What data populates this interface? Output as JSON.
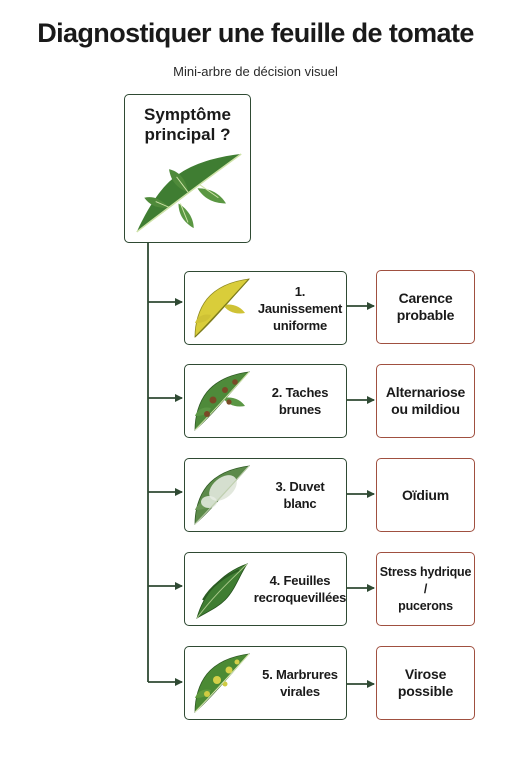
{
  "header": {
    "title": "Diagnostiquer une feuille de tomate",
    "subtitle": "Mini-arbre de décision visuel"
  },
  "root": {
    "label_line1": "Symptôme",
    "label_line2": "principal ?",
    "leaf_color": "#4f8a3a"
  },
  "colors": {
    "connector": "#2f4a33",
    "symptom_border": "#2f4a33",
    "result_border": "#a05040"
  },
  "branches": [
    {
      "symptom_line1": "1. Jaunissement",
      "symptom_line2": "uniforme",
      "result_line1": "Carence",
      "result_line2": "probable",
      "leaf_icon": "yellow-leaf-icon"
    },
    {
      "symptom_line1": "2. Taches",
      "symptom_line2": "brunes",
      "result_line1": "Alternariose",
      "result_line2": "ou mildiou",
      "leaf_icon": "brown-spotted-leaf-icon"
    },
    {
      "symptom_line1": "3. Duvet",
      "symptom_line2": "blanc",
      "result_line1": "Oïdium",
      "result_line2": "",
      "leaf_icon": "white-powdery-leaf-icon"
    },
    {
      "symptom_line1": "4. Feuilles",
      "symptom_line2": "recroquevillées",
      "result_line1": "Stress hydrique /",
      "result_line2": "pucerons",
      "leaf_icon": "curled-leaf-icon"
    },
    {
      "symptom_line1": "5. Marbrures",
      "symptom_line2": "virales",
      "result_line1": "Virose",
      "result_line2": "possible",
      "leaf_icon": "mottled-leaf-icon"
    }
  ]
}
